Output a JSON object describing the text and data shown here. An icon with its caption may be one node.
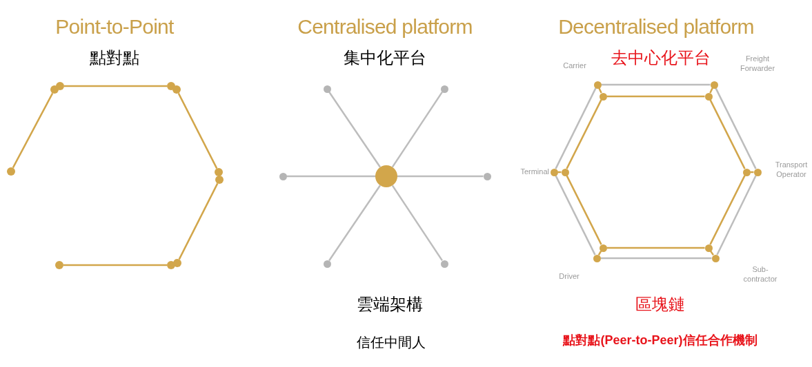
{
  "diagram": {
    "nodes": [
      {
        "text": [],
        "shape": "circle"
      },
      {
        "text": [],
        "shape": "circle"
      },
      {
        "text": [],
        "shape": "circle"
      },
      {
        "text": [],
        "shape": "circle"
      },
      {
        "text": [],
        "shape": "circle"
      },
      {
        "text": [],
        "shape": "circle"
      },
      {
        "text": [],
        "shape": "circle"
      },
      {
        "text": [],
        "shape": "circle"
      },
      {
        "text": [],
        "shape": "circle"
      },
      {
        "text": [],
        "shape": "circle"
      },
      {
        "text": [],
        "shape": "circle"
      },
      {
        "text": [],
        "shape": "circle"
      },
      {
        "text": [],
        "shape": "circle"
      },
      {
        "text": [],
        "shape": "circle"
      },
      {
        "text": [],
        "shape": "circle"
      },
      {
        "text": [],
        "shape": "circle"
      },
      {
        "text": [],
        "shape": "circle"
      },
      {
        "text": [],
        "shape": "circle",
        "beside": [
          "Carrier"
        ]
      },
      {
        "text": [],
        "shape": "circle",
        "beside": [
          "Freight Forwarder"
        ]
      },
      {
        "text": [],
        "shape": "circle",
        "beside": [
          "Terminal"
        ]
      },
      {
        "text": [],
        "shape": "circle",
        "beside": [
          "Transport Operator"
        ]
      },
      {
        "text": [],
        "shape": "circle",
        "beside": [
          "Driver"
        ]
      },
      {
        "text": [],
        "shape": "circle",
        "beside": [
          "Sub-contractor"
        ]
      },
      {
        "text": [],
        "shape": "circle"
      },
      {
        "text": [],
        "shape": "circle"
      },
      {
        "text": [],
        "shape": "circle"
      },
      {
        "text": [],
        "shape": "circle"
      },
      {
        "text": [],
        "shape": "circle"
      },
      {
        "text": [],
        "shape": "circle"
      }
    ],
    "edges": [
      {
        "from": 0,
        "to": 1,
        "arrow": "none"
      },
      {
        "from": 2,
        "to": 3,
        "arrow": "none"
      },
      {
        "from": 4,
        "to": 5,
        "arrow": "none"
      },
      {
        "from": 6,
        "to": 7,
        "arrow": "none"
      },
      {
        "from": 8,
        "to": 9,
        "arrow": "none"
      },
      {
        "from": 13,
        "to": 10,
        "arrow": "none",
        "color": "#bdbdbd"
      },
      {
        "from": 13,
        "to": 11,
        "arrow": "none",
        "color": "#bdbdbd"
      },
      {
        "from": 13,
        "to": 12,
        "arrow": "none",
        "color": "#bdbdbd"
      },
      {
        "from": 13,
        "to": 14,
        "arrow": "none",
        "color": "#bdbdbd"
      },
      {
        "from": 13,
        "to": 15,
        "arrow": "none",
        "color": "#bdbdbd"
      },
      {
        "from": 13,
        "to": 16,
        "arrow": "none",
        "color": "#bdbdbd"
      },
      {
        "from": 17,
        "to": 18,
        "arrow": "none",
        "color": "#bdbdbd"
      },
      {
        "from": 18,
        "to": 20,
        "arrow": "none",
        "color": "#bdbdbd"
      },
      {
        "from": 20,
        "to": 22,
        "arrow": "none",
        "color": "#bdbdbd"
      },
      {
        "from": 22,
        "to": 21,
        "arrow": "none",
        "color": "#bdbdbd"
      },
      {
        "from": 21,
        "to": 19,
        "arrow": "none",
        "color": "#bdbdbd"
      },
      {
        "from": 19,
        "to": 17,
        "arrow": "none",
        "color": "#bdbdbd"
      },
      {
        "from": 23,
        "to": 24,
        "arrow": "none"
      },
      {
        "from": 24,
        "to": 26,
        "arrow": "none"
      },
      {
        "from": 26,
        "to": 28,
        "arrow": "none"
      },
      {
        "from": 28,
        "to": 27,
        "arrow": "none"
      },
      {
        "from": 27,
        "to": 25,
        "arrow": "none"
      },
      {
        "from": 25,
        "to": 23,
        "arrow": "none"
      },
      {
        "from": 17,
        "to": 23,
        "arrow": "none"
      },
      {
        "from": 18,
        "to": 24,
        "arrow": "none"
      },
      {
        "from": 19,
        "to": 25,
        "arrow": "none"
      },
      {
        "from": 20,
        "to": 26,
        "arrow": "none"
      },
      {
        "from": 21,
        "to": 27,
        "arrow": "none"
      },
      {
        "from": 22,
        "to": 28,
        "arrow": "none"
      }
    ],
    "labels": [
      "Point-to-Point",
      "點對點",
      "Centralised platform",
      "集中化平台",
      "Decentralised platform",
      "去中心化平台",
      "雲端架構",
      "信任中間人",
      "區塊鏈",
      "點對點(Peer-to-Peer)信任合作機制"
    ]
  }
}
